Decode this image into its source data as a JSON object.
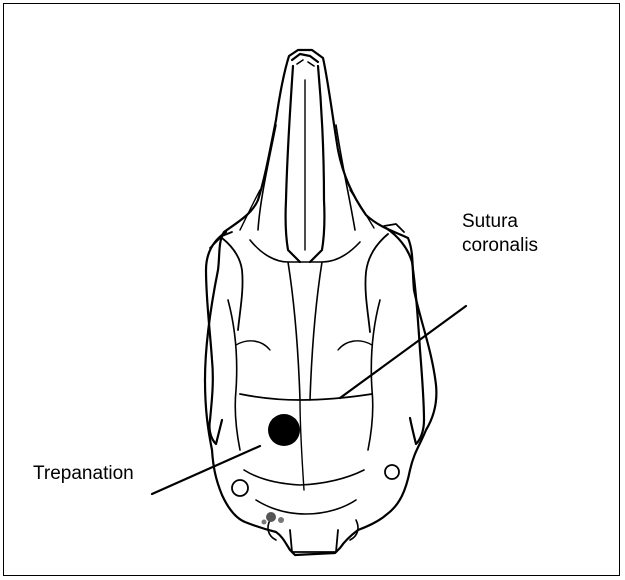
{
  "labels": {
    "sutura_line1": "Sutura",
    "sutura_line2": "coronalis",
    "trepanation": "Trepanation"
  },
  "colors": {
    "ink": "#000000",
    "background": "#ffffff"
  }
}
